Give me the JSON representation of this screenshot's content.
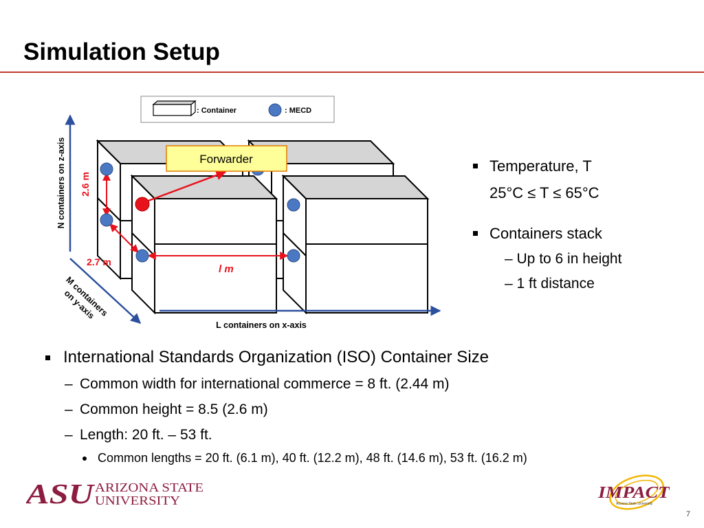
{
  "slide": {
    "title": "Simulation Setup",
    "page_number": "7"
  },
  "diagram": {
    "legend": {
      "container_label": ": Container",
      "mecd_label": ": MECD"
    },
    "forwarder_label": "Forwarder",
    "height_label": "2.6 m",
    "width_label": "2.7 m",
    "length_label": "l m",
    "z_axis_label": "N containers on z-axis",
    "y_axis_label_line1": "M containers",
    "y_axis_label_line2": "on y-axis",
    "x_axis_label": "L containers on x-axis",
    "colors": {
      "mecd": "#4a78c2",
      "forwarder_node": "#e8121c",
      "arrow_red": "#e8121c",
      "axis_blue": "#2c4f9e",
      "forwarder_box": "#ffff99",
      "container_top": "#d5d5d5"
    }
  },
  "right_bullets": {
    "temp_title": "Temperature, T",
    "temp_range": "25°C ≤ T ≤ 65°C",
    "stack_title": "Containers stack",
    "stack_sub1": "– Up to 6 in height",
    "stack_sub2": "– 1 ft distance"
  },
  "iso": {
    "title": "International Standards Organization (ISO) Container Size",
    "width": "Common width for international commerce = 8 ft. (2.44 m)",
    "height": "Common height = 8.5 (2.6 m)",
    "length": "Length: 20 ft. – 53 ft.",
    "lengths": "Common lengths = 20 ft. (6.1 m), 40 ft. (12.2 m), 48 ft. (14.6 m), 53 ft. (16.2 m)"
  },
  "footer": {
    "asu_mark": "ASU",
    "asu_line1": "ARIZONA STATE",
    "asu_line2": "UNIVERSITY",
    "impact_word": "IMPACT",
    "impact_sub": "Arizona State University",
    "asu_color": "#8c1d40",
    "impact_gold": "#f2b705"
  }
}
